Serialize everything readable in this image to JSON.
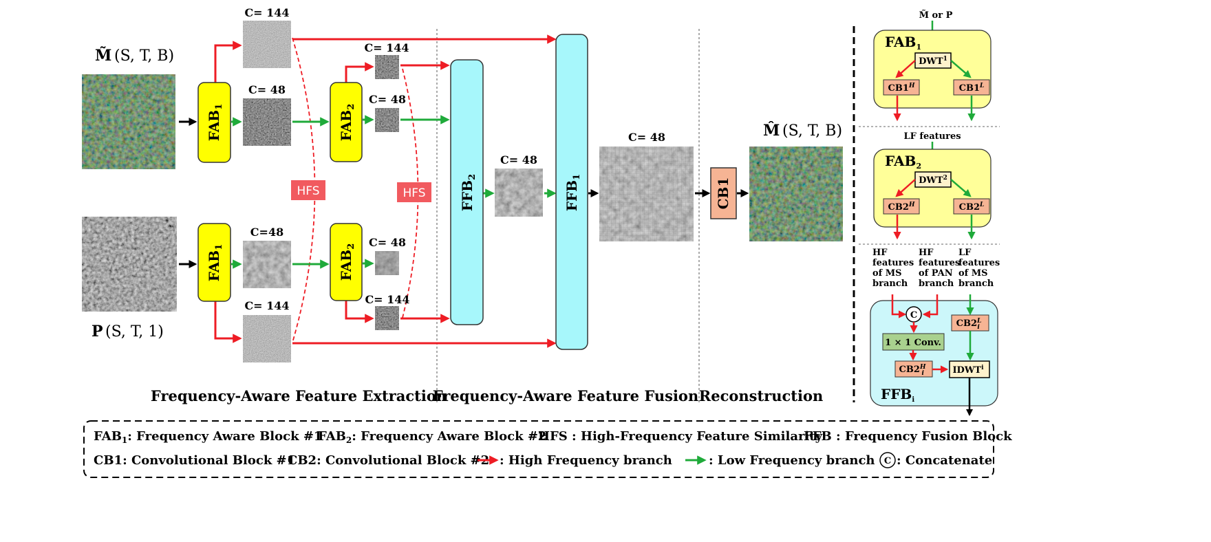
{
  "inputs": {
    "ms_symbol": "M̃",
    "ms_dims": "(S, T, B)",
    "pan_symbol": "P",
    "pan_dims": "(S, T, 1)",
    "out_symbol": "M̂",
    "out_dims": "(S, T, B)"
  },
  "channels": {
    "c144": "C= 144",
    "c48": "C= 48",
    "c48_tight": "C=48"
  },
  "blocks": {
    "fab": "FAB",
    "ffb": "FFB",
    "sub1": "1",
    "sub2": "2",
    "cb1": "CB1",
    "hfs": "HFS"
  },
  "sections": {
    "extraction": "Frequency-Aware Feature Extraction",
    "fusion": "Frequency-Aware Feature Fusion",
    "reconstruction": "Reconstruction"
  },
  "side_panel": {
    "fab1_input": "M̃ or P",
    "fab1_title": "FAB",
    "fab1_sub": "1",
    "dwt": "DWT",
    "dwt1_sup": "1",
    "dwt2_sup": "2",
    "cb1": "CB1",
    "cb2": "CB2",
    "sup_h": "H",
    "sup_l": "L",
    "sub_i": "i",
    "fab2_input": "LF features",
    "fab2_title": "FAB",
    "fab2_sub": "2",
    "hf_ms": [
      "HF",
      "features",
      "of MS",
      "branch"
    ],
    "hf_pan": [
      "HF",
      "features",
      "of PAN",
      "branch"
    ],
    "lf_ms": [
      "LF",
      "features",
      "of MS",
      "branch"
    ],
    "concat_symbol": "C",
    "conv": "1 × 1 Conv.",
    "idwt": "IDWT",
    "idwt_sup": "i",
    "ffb_title": "FFB",
    "ffb_sub": "i"
  },
  "legend": {
    "fab1_key": "FAB",
    "fab1_sub": "1",
    "fab1_desc": ": Frequency Aware Block  #1",
    "fab2_key": "FAB",
    "fab2_sub": "2",
    "fab2_desc": ": Frequency Aware Block  #2",
    "hfs": "HFS : High-Frequency Feature Similarity",
    "ffb": "FFB : Frequency Fusion Block",
    "cb1": "CB1: Convolutional Block  #1",
    "cb2": "CB2: Convolutional Block  #2",
    "high": ":  High  Frequency  branch",
    "low": ":  Low  Frequency  branch",
    "concat_symbol": "C",
    "concat": ": Concatenate"
  },
  "colors": {
    "high_frequency": "#ee1c24",
    "low_frequency": "#1faa3a",
    "fab_fill": "#ffff00",
    "ffb_fill": "#a7f7fb",
    "cb_fill": "#f6b494",
    "hfs_fill": "#f15a5f",
    "panel_fab_fill": "#ffff99",
    "panel_ffb_fill": "#ccf7fa",
    "conv_fill": "#a9d18e",
    "dwt_fill": "#fff2cc"
  }
}
